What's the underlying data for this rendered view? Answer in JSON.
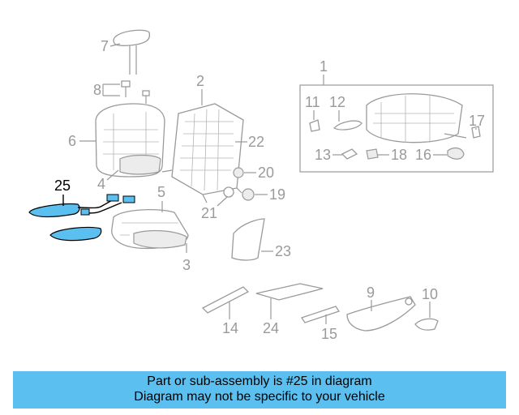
{
  "diagram": {
    "highlight_color": "#5bc0f0",
    "line_color": "#9a9a9a",
    "highlighted_part": "25",
    "callouts": [
      "1",
      "2",
      "3",
      "4",
      "5",
      "6",
      "7",
      "8",
      "9",
      "10",
      "11",
      "12",
      "13",
      "14",
      "15",
      "16",
      "17",
      "18",
      "19",
      "20",
      "21",
      "22",
      "23",
      "24",
      "25"
    ]
  },
  "banner": {
    "line1": "Part or sub-assembly is #25 in diagram",
    "line2": "Diagram may not be specific to your vehicle"
  }
}
